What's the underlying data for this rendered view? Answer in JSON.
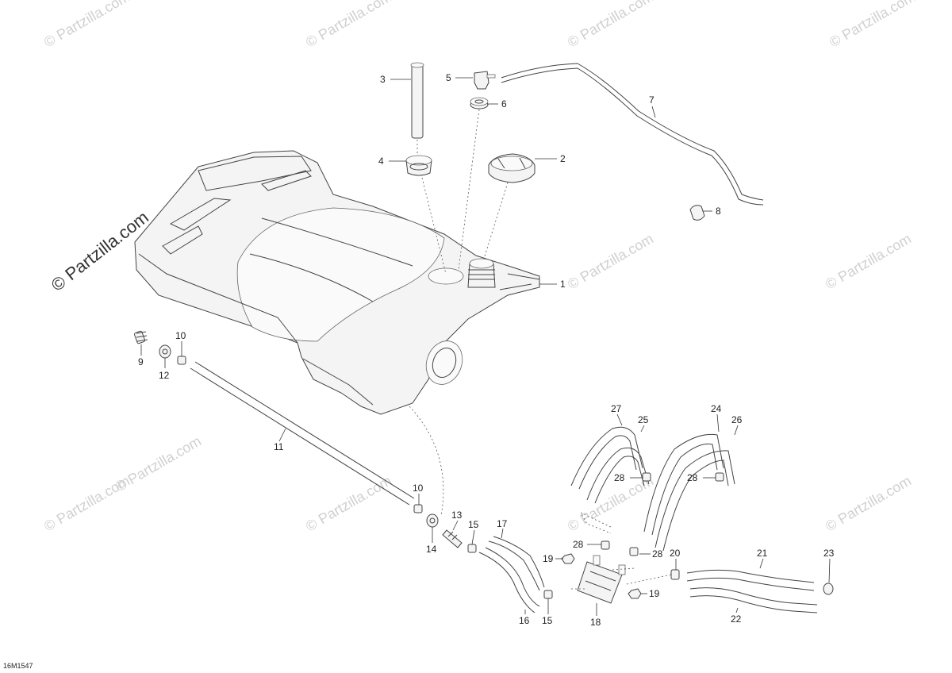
{
  "watermark": "© Partzilla.com",
  "diagram_code": "16M1547",
  "callouts": {
    "c1": "1",
    "c2": "2",
    "c3": "3",
    "c4": "4",
    "c5": "5",
    "c6": "6",
    "c7": "7",
    "c8": "8",
    "c9": "9",
    "c10a": "10",
    "c10b": "10",
    "c11": "11",
    "c12": "12",
    "c13": "13",
    "c14": "14",
    "c15a": "15",
    "c15b": "15",
    "c16": "16",
    "c17": "17",
    "c18": "18",
    "c19a": "19",
    "c19b": "19",
    "c20": "20",
    "c21": "21",
    "c22": "22",
    "c23": "23",
    "c24": "24",
    "c25": "25",
    "c26": "26",
    "c27": "27",
    "c28a": "28",
    "c28b": "28",
    "c28c": "28",
    "c28d": "28"
  }
}
